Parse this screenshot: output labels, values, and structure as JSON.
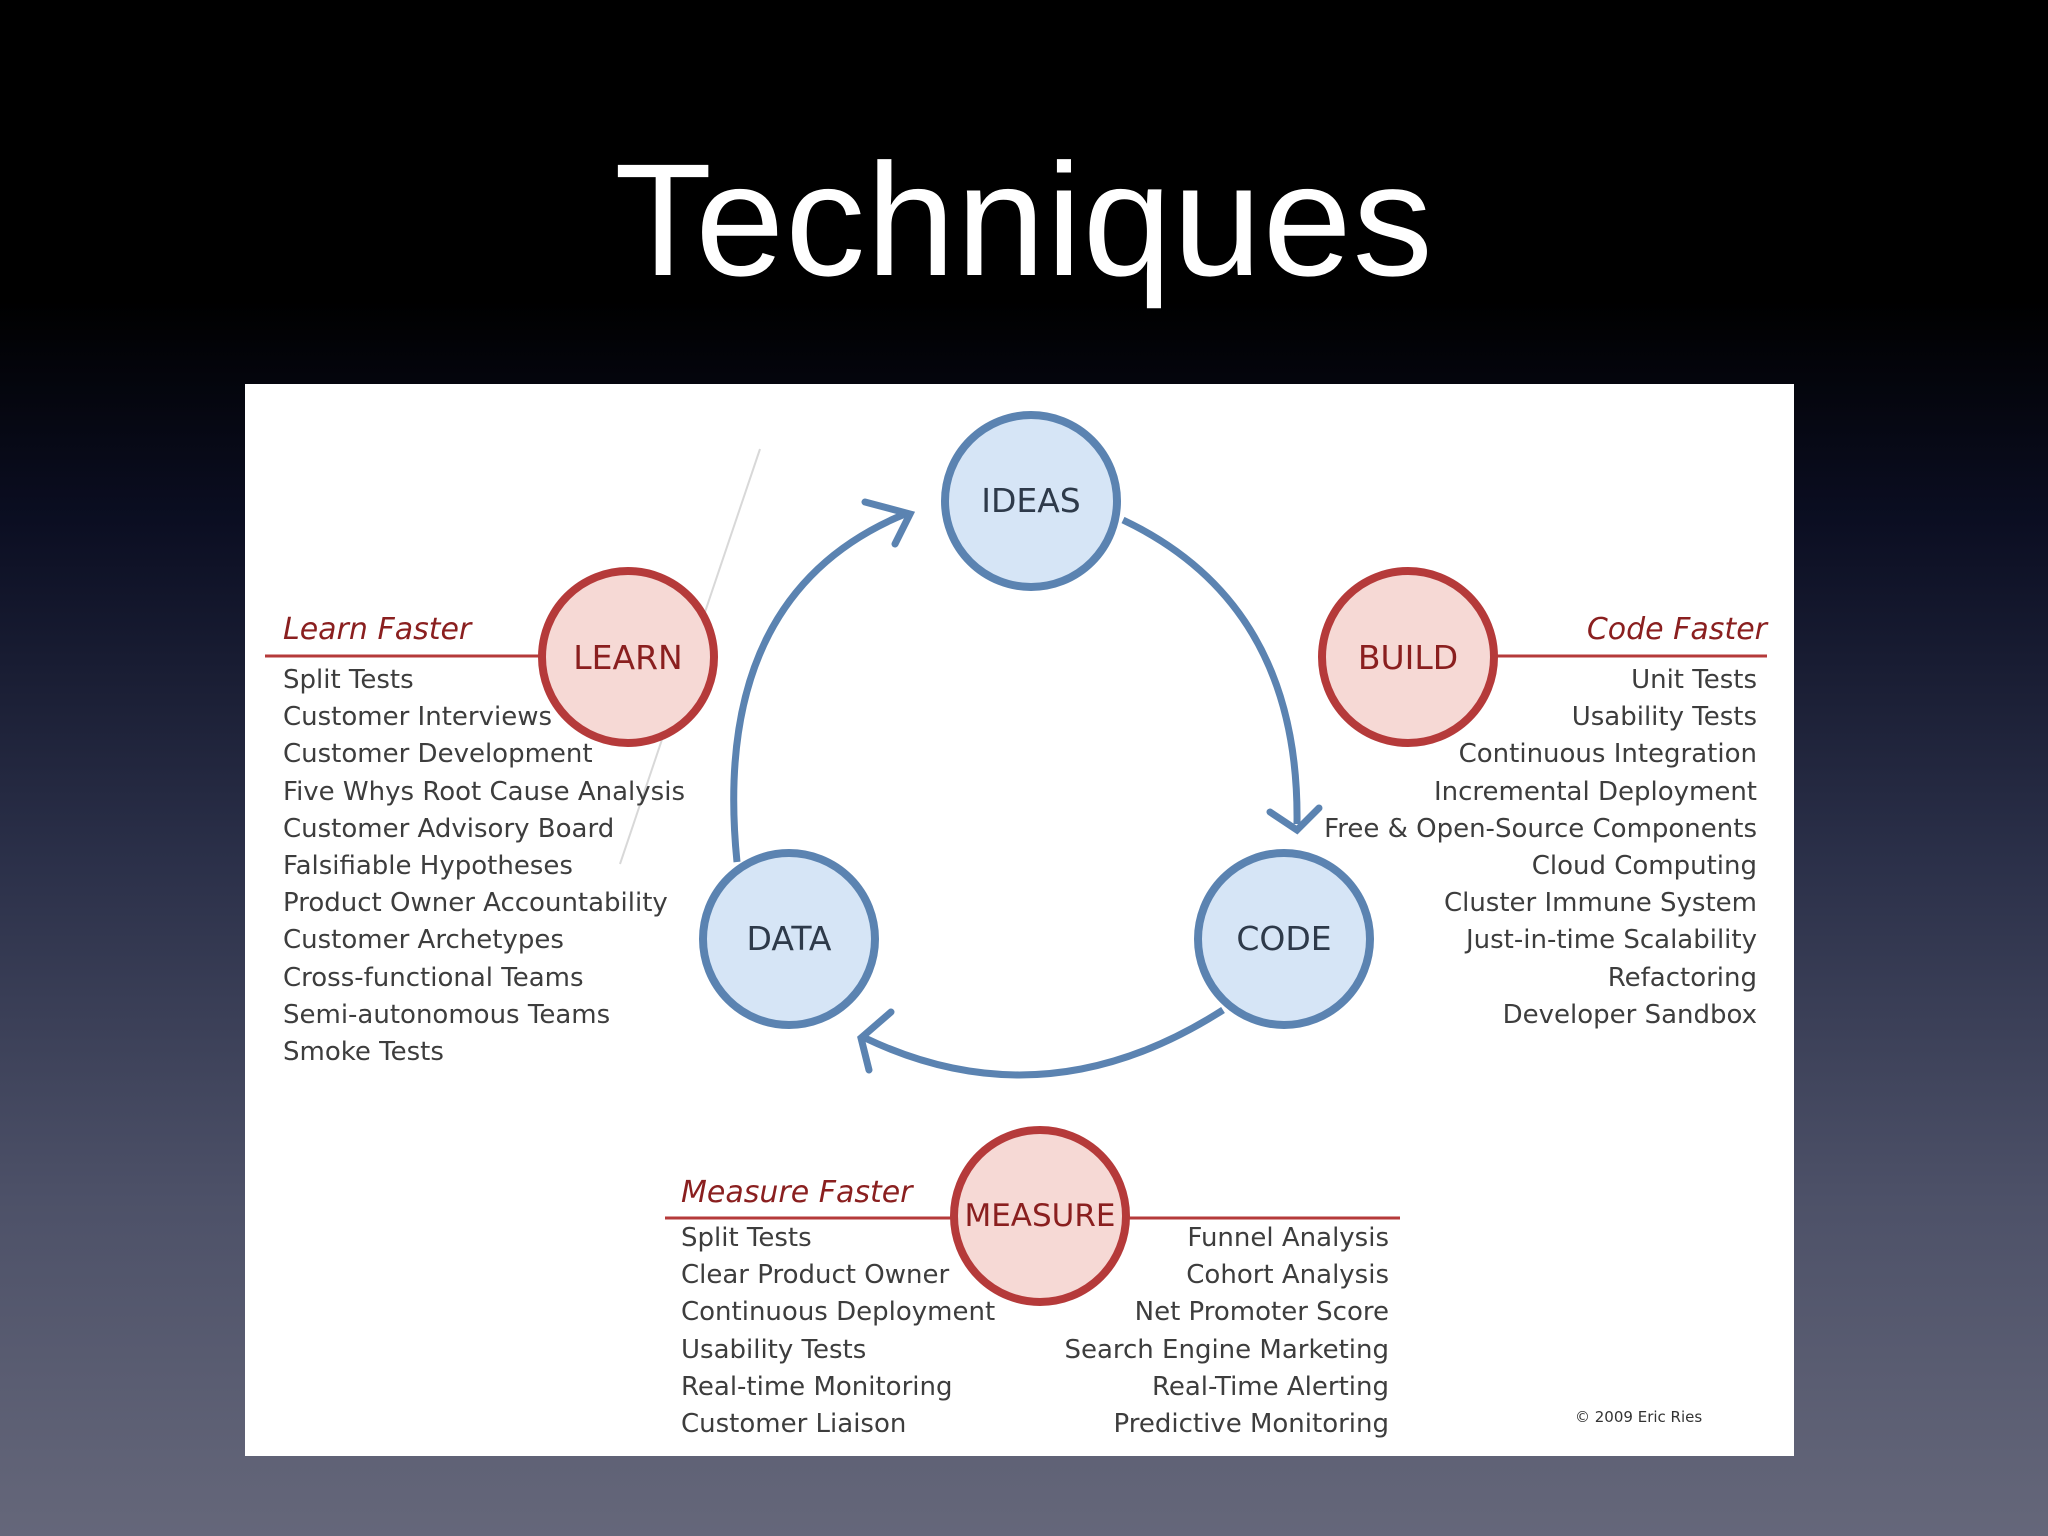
{
  "slide": {
    "title": "Techniques"
  },
  "diagram": {
    "nodes": {
      "ideas": "IDEAS",
      "code": "CODE",
      "data": "DATA",
      "learn": "LEARN",
      "build": "BUILD",
      "measure": "MEASURE"
    },
    "learn_faster": {
      "heading": "Learn Faster",
      "items": [
        "Split Tests",
        "Customer Interviews",
        "Customer Development",
        "Five Whys Root Cause Analysis",
        "Customer Advisory Board",
        "Falsifiable Hypotheses",
        "Product Owner Accountability",
        "Customer Archetypes",
        "Cross-functional Teams",
        "Semi-autonomous Teams",
        "Smoke Tests"
      ]
    },
    "code_faster": {
      "heading": "Code Faster",
      "items": [
        "Unit Tests",
        "Usability Tests",
        "Continuous Integration",
        "Incremental Deployment",
        "Free & Open-Source Components",
        "Cloud Computing",
        "Cluster Immune System",
        "Just-in-time Scalability",
        "Refactoring",
        "Developer Sandbox"
      ]
    },
    "measure_faster": {
      "heading": "Measure Faster",
      "items_left": [
        "Split Tests",
        "Clear Product Owner",
        "Continuous Deployment",
        "Usability Tests",
        "Real-time Monitoring",
        "Customer Liaison"
      ],
      "items_right": [
        "Funnel Analysis",
        "Cohort Analysis",
        "Net Promoter Score",
        "Search Engine Marketing",
        "Real-Time Alerting",
        "Predictive Monitoring"
      ]
    },
    "copyright": "© 2009 Eric Ries",
    "colors": {
      "blue_stroke": "#5b83b1",
      "blue_fill": "#d6e5f6",
      "red_stroke": "#b53a3a",
      "red_fill": "#f6d9d5",
      "red_text": "#8a1f1f"
    }
  }
}
